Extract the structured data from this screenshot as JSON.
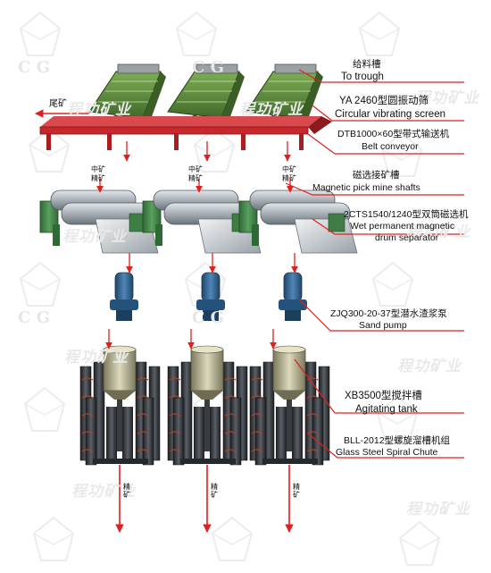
{
  "watermark": {
    "company_text": "程功矿业",
    "logo_letters": "C G"
  },
  "labels": {
    "to_trough_cn": "给料槽",
    "to_trough_en": "To trough",
    "screen_cn": "YA 2460型圆振动筛",
    "screen_en": "Circular vibrating screen",
    "conveyor_cn": "DTB1000×60型带式输送机",
    "conveyor_en": "Belt conveyor",
    "shaft_cn": "磁选接矿槽",
    "shaft_en": "Magnetic pick mine shafts",
    "separator_cn": "2CTS1540/1240型双筒磁选机",
    "separator_en_1": "Wet permanent magnetic",
    "separator_en_2": "drum separator",
    "pump_cn": "ZJQ300-20-37型潜水渣浆泵",
    "pump_en": "Sand pump",
    "tank_cn": "XB3500型搅拌槽",
    "tank_en": "Agitating tank",
    "chute_cn": "BLL-2012型螺旋溜槽机组",
    "chute_en": "Glass Steel Spiral Chute",
    "tailings": "尾矿",
    "middling": "中矿",
    "concentrate": "精矿"
  },
  "colors": {
    "frame_red": "#c8282c",
    "screen_green": "#5c8a3a",
    "drum_steel": "#b9c0c6",
    "separator_green": "#3e7d44",
    "pump_blue": "#2f5f8a",
    "spiral_dark": "#2b2f33",
    "arrow_red": "#e0201f"
  }
}
